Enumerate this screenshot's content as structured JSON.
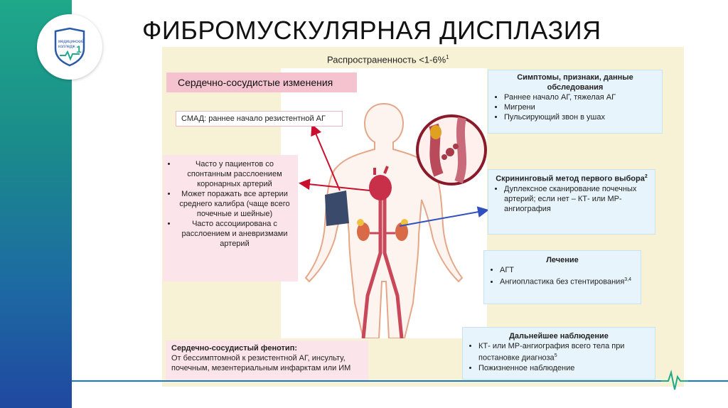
{
  "title": "ФИБРОМУСКУЛЯРНАЯ ДИСПЛАЗИЯ",
  "logo": {
    "text": "медицинский колледж",
    "number": "1"
  },
  "prevalence": "Распространенность <1-6%",
  "prevalence_sup": "1",
  "cv_changes": {
    "header": "Сердечно-сосудистые изменения",
    "smad": "СМАД: раннее начало резистентной АГ",
    "items": [
      "Часто у пациентов со спонтанным расслоением коронарных артерий",
      "Может поражать все артерии среднего калибра (чаще всего почечные и шейные)",
      "Часто ассоциирована с расслоением и аневризмами артерий"
    ]
  },
  "phenotype": {
    "title": "Сердечно-сосудистый фенотип:",
    "text": "От бессимптомной к резистентной АГ, инсульту, почечным, мезентериальным инфарктам или ИМ"
  },
  "symptoms": {
    "title": "Симптомы, признаки, данные обследования",
    "items": [
      "Раннее начало АГ, тяжелая АГ",
      "Мигрени",
      "Пульсирующий звон в ушах"
    ]
  },
  "screening": {
    "title": "Скрининговый метод первого выбора",
    "sup": "2",
    "items": [
      "Дуплексное сканирование почечных артерий; если нет – КТ- или МР-ангиография"
    ]
  },
  "treatment": {
    "title": "Лечение",
    "items": [
      "АГТ",
      "Ангиопластика без стентирования"
    ],
    "sup": "3,4"
  },
  "followup": {
    "title": "Дальнейшее наблюдение",
    "items": [
      "КТ- или МР-ангиография всего тела при постановке диагноза",
      "Пожизненное наблюдение"
    ],
    "sup": "5"
  },
  "colors": {
    "accent_green": "#1fa88a",
    "accent_blue": "#2048a0",
    "pink": "#f4c3cf",
    "arrow_red": "#c8102e",
    "arrow_blue": "#3050c0"
  }
}
